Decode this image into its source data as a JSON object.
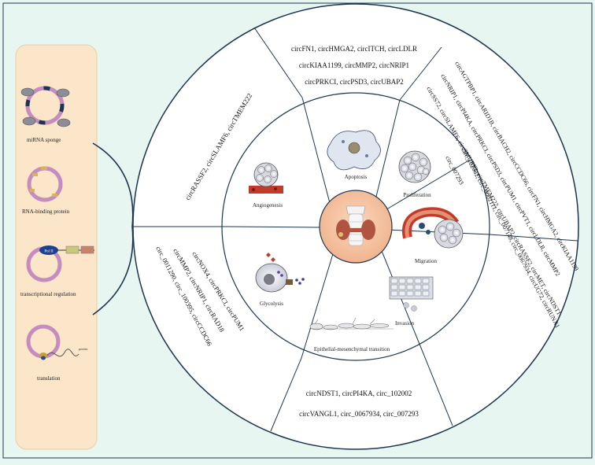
{
  "colors": {
    "page_bg": "#e7f6f1",
    "panel_bg": "#fbe6c9",
    "center": "#f6c8a8",
    "outline": "#1d3550",
    "plasmid": "#c58cc0",
    "rbp": "#b99a4a",
    "blood": "#c23a2a"
  },
  "mechanisms": [
    {
      "label": "miRNA sponge",
      "icon": "mirna-sponge-icon"
    },
    {
      "label": "RNA-binding protein",
      "icon": "rna-binding-protein-icon"
    },
    {
      "label": "transcriptional regulation",
      "icon": "transcriptional-regulation-icon",
      "tag": "Pol II"
    },
    {
      "label": "translation",
      "icon": "translation-icon",
      "tag": "protein"
    }
  ],
  "center": {
    "icon": "thyroid-trachea-icon"
  },
  "hallmarks": [
    {
      "label": "Apoptosis",
      "icon": "apoptotic-cell-icon"
    },
    {
      "label": "Proliferation",
      "icon": "cell-cluster-icon"
    },
    {
      "label": "Migration",
      "icon": "vessel-migration-icon"
    },
    {
      "label": "Invasion",
      "icon": "tissue-invasion-icon"
    },
    {
      "label": "Epithelial-mesenchymal transition",
      "icon": "emt-icon"
    },
    {
      "label": "Glycolysis",
      "icon": "glycolysis-cell-icon"
    },
    {
      "label": "Angiogenesis",
      "icon": "angiogenesis-icon"
    }
  ],
  "outer": {
    "apoptosis": [
      "circFN1, circHMGA2, circITCH, circLDLR",
      "circKIAA1199, circMMP2, circNRIP1",
      "circPRKCI, circPSD3, circUBAP2"
    ],
    "emt": [
      "circNDST1, circPI4KA, circ_102002",
      "circVANGL1, circ_0067934, circ_007293"
    ],
    "angiogenesis": [
      "circRASSF2, circSLAMF6, circTMEM222"
    ],
    "glycolysis": [
      "circ_0011290, circ_100395, circCCDC66",
      "circMMP2, circNRIP1, circRAD18",
      "circNOX4, circPRKCI, circPUM1"
    ],
    "right": [
      "circAGTPBP1, circARID1B, circBACH2, circCCDC66, circFN1, circHMGA2, circKIAA1199",
      "circNRIP1, circPI4KA, circPRKCI, circPSD3, circPUM1, circPVT1, circLDLR, circMMP2",
      "circSS72, circSLAMF6, circSMURF2, circTMEM222, circUBAP2, circRASSF2, circMET, circNDST1",
      "circ_102002, circ_0002111, circ_007148, circ_0067934, circUG72, circRUNX1",
      "circ_007293"
    ]
  }
}
